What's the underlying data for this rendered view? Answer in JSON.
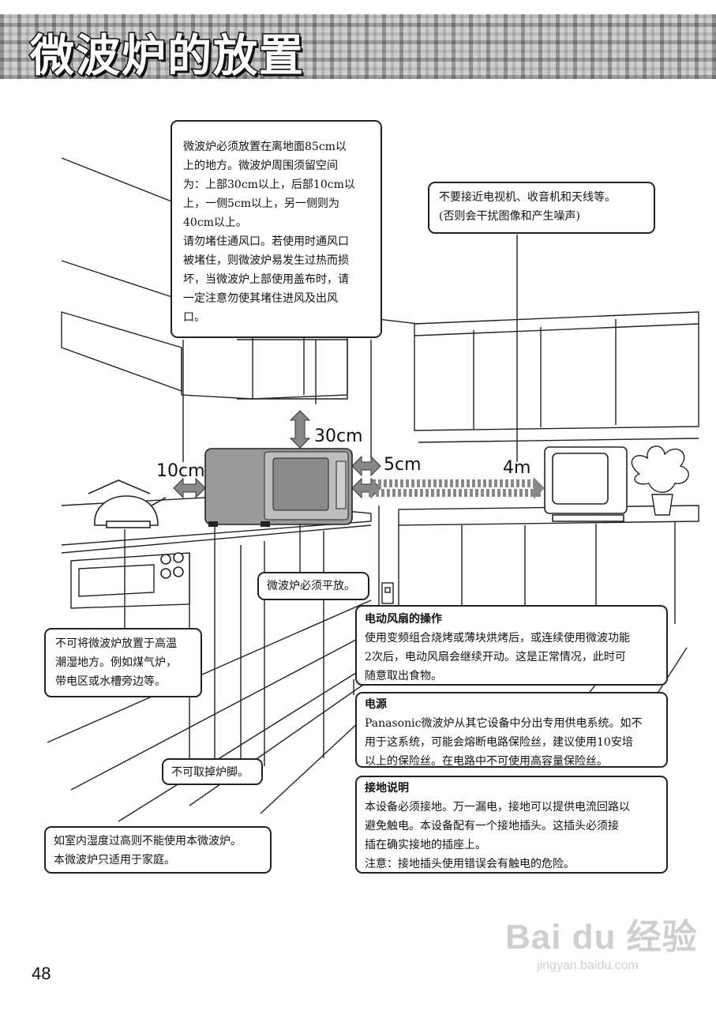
{
  "header": {
    "title": "微波炉的放置"
  },
  "dimensions": {
    "top": "30cm",
    "left": "10cm",
    "right": "5cm",
    "distance": "4m"
  },
  "boxes": {
    "placement": [
      "微波炉必须放置在离地面85cm以",
      "上的地方。微波炉周围须留空间",
      "为：上部30cm以上，后部10cm以",
      "上，一侧5cm以上，另一侧则为",
      "40cm以上。",
      "请勿堵住通风口。若使用时通风口",
      "被堵住，则微波炉易发生过热而损",
      "坏，当微波炉上部使用盖布时，请",
      "一定注意勿使其堵住进风及出风",
      "口。"
    ],
    "tv": [
      "不要接近电视机、收音机和天线等。",
      "(否则会干扰图像和产生噪声)"
    ],
    "level": "微波炉必须平放。",
    "humid": [
      "不可将微波炉放置于高温",
      "潮湿地方。例如煤气炉，",
      "带电区或水槽旁边等。"
    ],
    "feet": "不可取掉炉脚。",
    "home": [
      "如室内湿度过高则不能使用本微波炉。",
      "本微波炉只适用于家庭。"
    ],
    "fan": {
      "heading": "电动风扇的操作",
      "lines": [
        "使用变频组合烧烤或薄块烘烤后，或连续使用微波功能",
        "2次后，电动风扇会继续开动。这是正常情况，此时可",
        "随意取出食物。"
      ]
    },
    "power": {
      "heading": "电源",
      "lines": [
        "Panasonic微波炉从其它设备中分出专用供电系统。如不",
        "用于这系统，可能会熔断电路保险丝，建议使用10安培",
        "以上的保险丝。在电路中不可使用高容量保险丝。"
      ]
    },
    "ground": {
      "heading": "接地说明",
      "lines": [
        "本设备必须接地。万一漏电，接地可以提供电流回路以",
        "避免触电。本设备配有一个接地插头。这插头必须接",
        "插在确实接地的插座上。",
        "注意：接地插头使用错误会有触电的危险。"
      ]
    }
  },
  "page_number": "48",
  "watermark": {
    "brand": "Bai du 经验",
    "url": "jingyan.baidu.com"
  }
}
